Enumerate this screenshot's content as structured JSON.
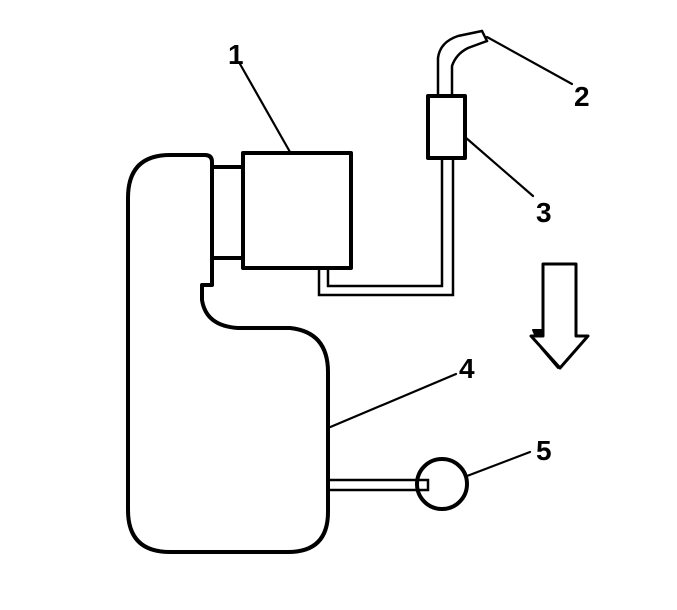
{
  "callouts": [
    {
      "id": "1",
      "label": "1"
    },
    {
      "id": "2",
      "label": "2"
    },
    {
      "id": "3",
      "label": "3"
    },
    {
      "id": "4",
      "label": "4"
    },
    {
      "id": "5",
      "label": "5"
    }
  ],
  "colors": {
    "line": "#000000",
    "background": "#ffffff"
  },
  "icons": {
    "direction_arrow": "arrow-down-icon"
  }
}
